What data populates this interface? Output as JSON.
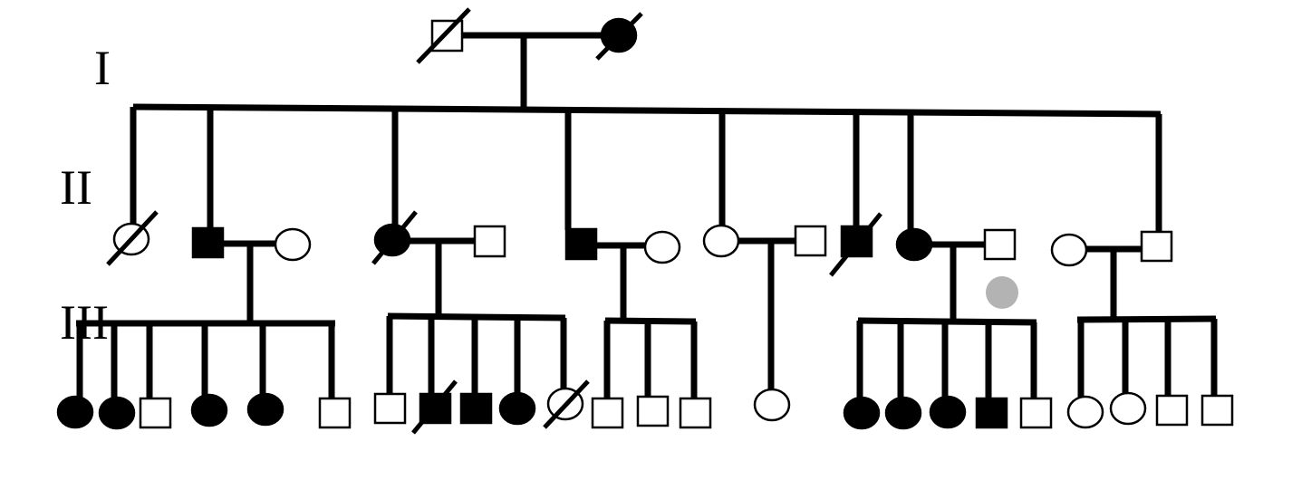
{
  "diagram": {
    "type": "pedigree",
    "generations": [
      {
        "id": "gen-1",
        "label": "I"
      },
      {
        "id": "gen-2",
        "label": "II"
      },
      {
        "id": "gen-3",
        "label": "III"
      }
    ],
    "legend_note_dot_color": "#b3b3b3",
    "colors": {
      "affected": "#000000",
      "unaffected": "#ffffff",
      "line": "#000000"
    }
  }
}
